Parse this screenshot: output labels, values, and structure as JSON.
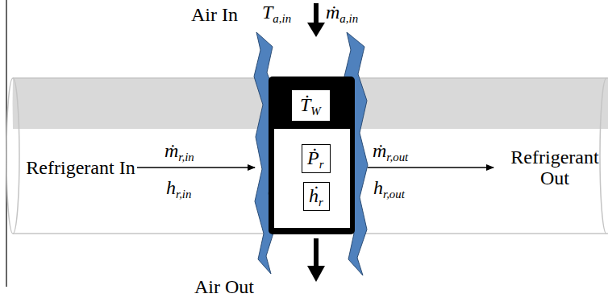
{
  "diagram": {
    "nodes": [
      {
        "text": [
          "ṪW"
        ]
      },
      {
        "text": [
          "Ṗr"
        ]
      },
      {
        "text": [
          "ḣr"
        ]
      }
    ],
    "labels": [
      "Air In",
      "Ta,in",
      "ṁa,in",
      "Refrigerant In",
      "ṁr,in",
      "hr,in",
      "ṁr,out",
      "hr,out",
      "Refrigerant Out",
      "Air Out"
    ]
  }
}
